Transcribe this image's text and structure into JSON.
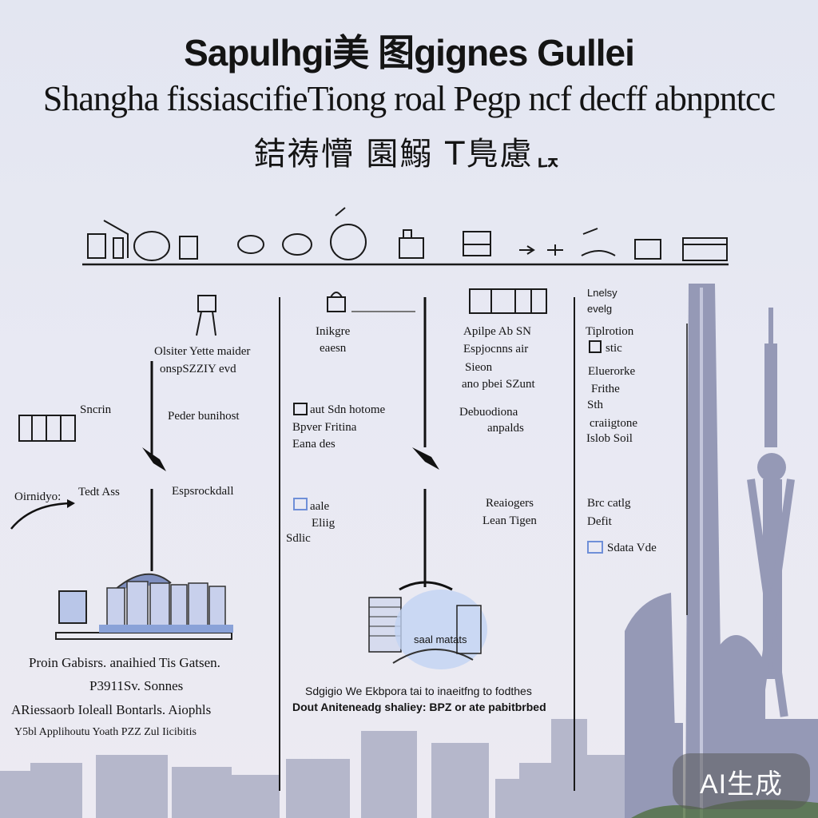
{
  "header": {
    "title": "Sapulhgi美 图gignes Gullei",
    "subtitle": "Shangha fissiascifieTiong roal Pegp ncf decff abnpntcc",
    "chinese": "銡祷懵 園鰯 T鳬慮ᆬ"
  },
  "left_column": {
    "note_1": "Olsiter Yette maider",
    "note_2": "onspSZZIY evd",
    "left_box_label": "Sncrin",
    "note_3": "Peder bunihost",
    "curve_label": "Oirnidyo:",
    "curve_label_2": "Tedt Ass",
    "note_4": "Espsrockdall"
  },
  "mid_column": {
    "note_1": "Inikgre",
    "note_2": "eaesn",
    "note_3": "aut Sdn hotome",
    "note_4": "Bpver Fritina",
    "note_5": "Eana des",
    "note_6": "aale",
    "note_7": "Eliig",
    "note_8": "Sdlic"
  },
  "right_mid_column": {
    "note_1": "Apilpe Ab SN",
    "note_2": "Espjocnns air",
    "note_3": "Sieon",
    "note_4": "ano pbei SZunt",
    "note_5": "Debuodiona",
    "note_6": "anpalds",
    "note_7": "Reaiogers",
    "note_8": "Lean Tigen",
    "caption": "saal matats"
  },
  "right_column": {
    "note_1": "Lnelsy",
    "note_2": "evelg",
    "note_3": "Tiplrotion",
    "note_4": "stic",
    "note_5": "Eluerorke",
    "note_6": "Frithe",
    "note_7": "Sth",
    "note_8": "craiigtone",
    "note_9": "Islob Soil",
    "note_10": "Brc catlg",
    "note_11": "Defit",
    "note_12": "Sdata Vde"
  },
  "footer": {
    "left_1": "Proin Gabisrs. anaihied Tis Gatsen.",
    "left_2": "P3911Sv. Sonnes",
    "left_3": "ARiessaorb Ioleall Bontarls. Aiophls",
    "left_4": "Y5bl Applihoutu Yoath PZZ Zul Iicibitis",
    "right_1": "Sdgigio We Ekbpora tai to inaeitfng to fodthes",
    "right_2": "Dout Aniteneadg shaliey: BPZ or ate pabitbrbed"
  },
  "watermark": "AI生成",
  "colors": {
    "background": "#e6e8f2",
    "ink": "#141414",
    "skyline": "#8b8fab",
    "accent_blue": "#6f8fd8",
    "badge_bg": "#5a5a5a"
  }
}
